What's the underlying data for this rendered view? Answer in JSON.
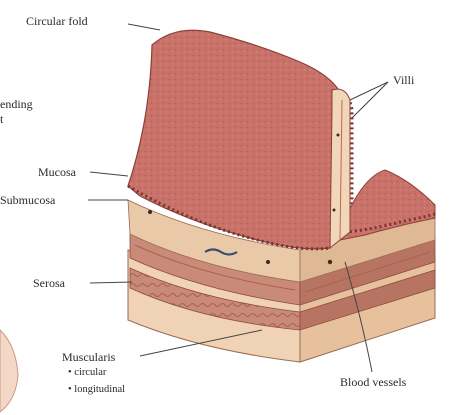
{
  "labels": {
    "circular_fold": "Circular fold",
    "villi": "Villi",
    "partial_left_1": "ending",
    "partial_left_2": "t",
    "mucosa": "Mucosa",
    "submucosa": "Submucosa",
    "serosa": "Serosa",
    "muscularis": "Muscularis",
    "muscularis_circular": "• circular",
    "muscularis_longitudinal": "• longitudinal",
    "blood_vessels": "Blood vessels"
  },
  "colors": {
    "mucosa": "#c9726a",
    "mucosa_dark": "#9e4a43",
    "submucosa": "#e9c9a8",
    "muscle": "#c98a78",
    "muscle_dark": "#a8614f",
    "leader": "#444444"
  }
}
